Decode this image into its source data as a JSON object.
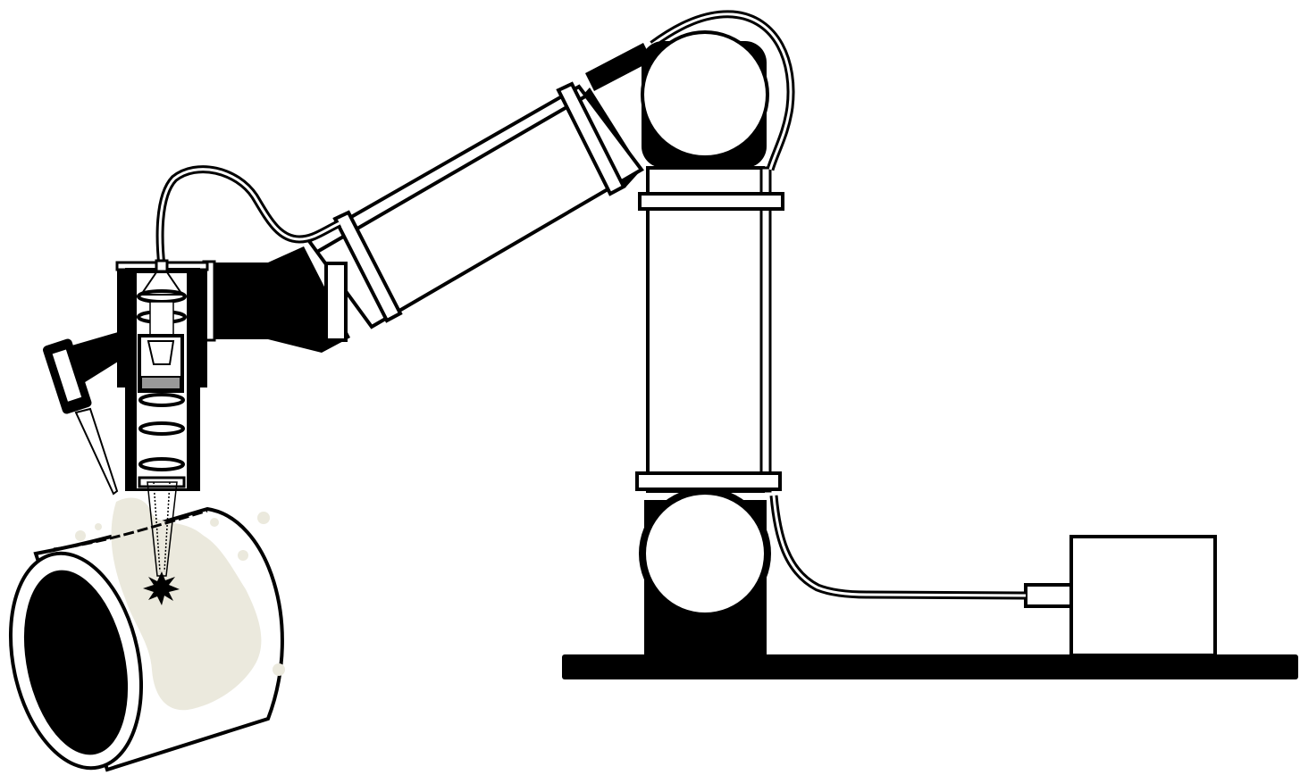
{
  "diagram": {
    "components": [
      {
        "id": "pipe",
        "icon": "pipe-icon"
      },
      {
        "id": "cladding-region",
        "icon": "deposit-icon"
      },
      {
        "id": "laser-head",
        "icon": "laser-head-icon"
      },
      {
        "id": "powder-nozzle",
        "icon": "nozzle-icon"
      },
      {
        "id": "robot-arm",
        "icon": "robot-arm-icon"
      },
      {
        "id": "fiber-cable",
        "icon": "cable-icon"
      },
      {
        "id": "base-plate",
        "icon": "base-icon"
      },
      {
        "id": "laser-source",
        "icon": "box-icon"
      }
    ],
    "colors": {
      "line": "#000000",
      "fill": "#ffffff",
      "deposit": "#ebe9dd",
      "optic_gray": "#999999"
    }
  }
}
